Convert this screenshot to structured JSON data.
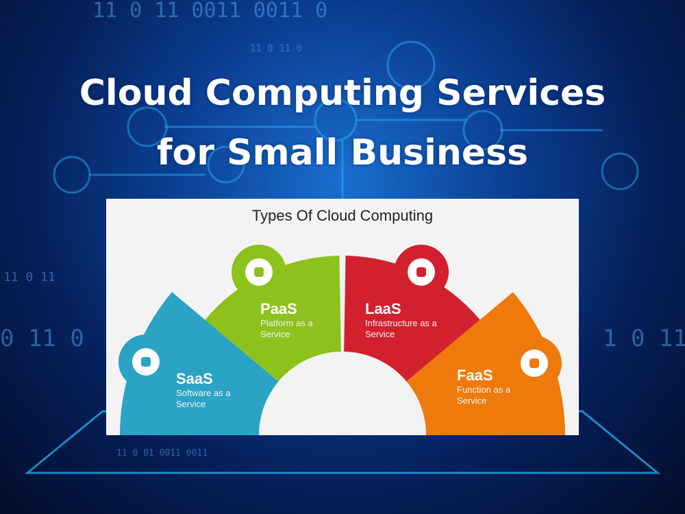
{
  "header": {
    "title_line1": "Cloud Computing Services",
    "title_line2": "for Small Business"
  },
  "diagram": {
    "title": "Types Of Cloud Computing",
    "segments": [
      {
        "name": "SaaS",
        "desc": "Software as a Service",
        "color": "#2aa3c4",
        "icon": "monitor-cloud-icon"
      },
      {
        "name": "PaaS",
        "desc": "Platform as a Service",
        "color": "#8cc21b",
        "icon": "platform-icon"
      },
      {
        "name": "LaaS",
        "desc": "Infrastructure as a Service",
        "color": "#d3202e",
        "icon": "gear-search-icon"
      },
      {
        "name": "FaaS",
        "desc": "Function as a Service",
        "color": "#ee7a0c",
        "icon": "cloud-function-icon"
      }
    ]
  },
  "background": {
    "binary_text": [
      "11 0 11 0011 0011 0",
      "11 0 11 0",
      "11 0 11",
      "0 11 0",
      "1 0 11",
      "11 0 01 0011 0011"
    ]
  }
}
